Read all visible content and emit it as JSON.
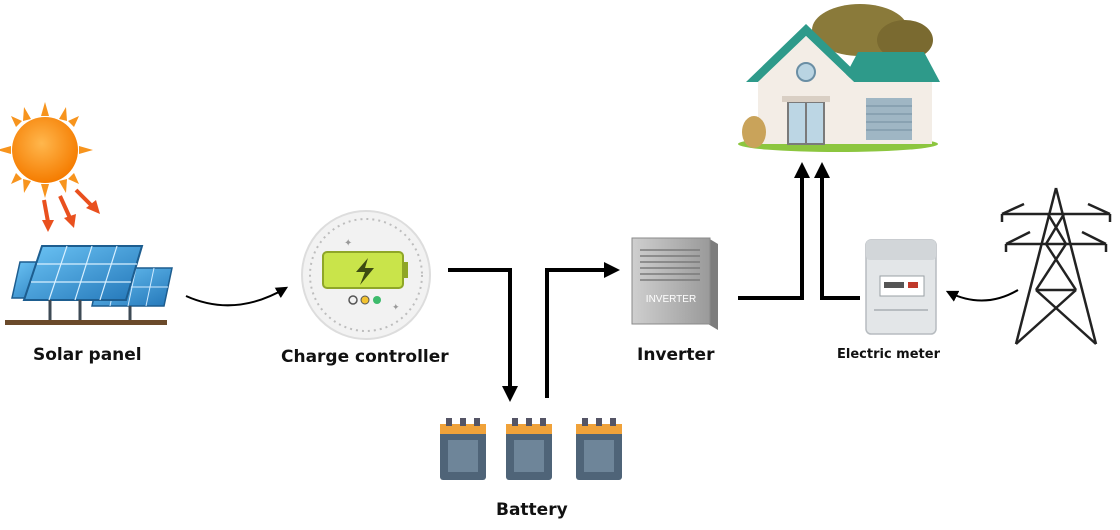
{
  "labels": {
    "solar_panel": "Solar panel",
    "charge_controller": "Charge controller",
    "inverter": "Inverter",
    "electric_meter": "Electric meter",
    "battery": "Battery"
  },
  "inverter_device_text": "INVERTER",
  "icons": [
    "sun-icon",
    "sun-rays-icon",
    "solar-panel-icon",
    "charge-controller-icon",
    "battery-icon",
    "inverter-icon",
    "house-icon",
    "electric-meter-icon",
    "power-tower-icon"
  ],
  "colors": {
    "sun": "#f57c00",
    "sun_ray": "#e9501e",
    "panel_blue": "#2f8fd0",
    "controller_screen": "#c9e44a",
    "battery_top": "#f0a23a",
    "battery_body": "#4f6478",
    "house_roof": "#2e9a8a",
    "house_wall": "#f3ede6",
    "flow_line": "#000000"
  }
}
